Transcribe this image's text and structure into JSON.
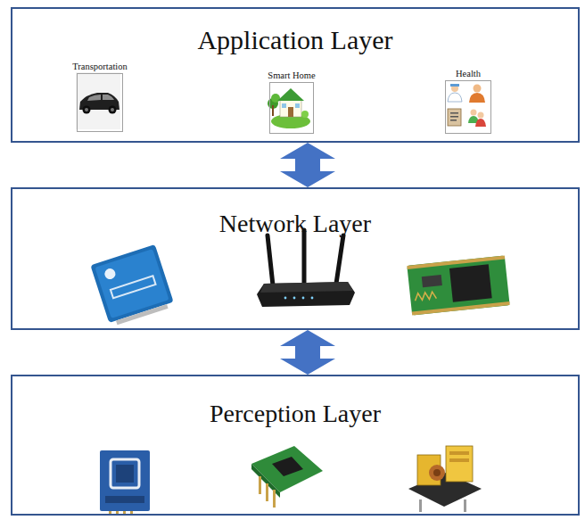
{
  "diagram": {
    "nodes": [
      {
        "text": [
          "Application Layer"
        ]
      },
      {
        "text": [
          "Transportation"
        ],
        "in": 0
      },
      {
        "text": [
          "Smart Home"
        ],
        "in": 0
      },
      {
        "text": [
          "Health"
        ],
        "in": 0
      },
      {
        "text": [
          "Network Layer"
        ]
      },
      {
        "text": [
          "Perception Layer"
        ]
      }
    ],
    "edges": [
      {
        "from": 0,
        "to": 4,
        "arrow": "both"
      },
      {
        "from": 4,
        "to": 5,
        "arrow": "both"
      }
    ]
  }
}
